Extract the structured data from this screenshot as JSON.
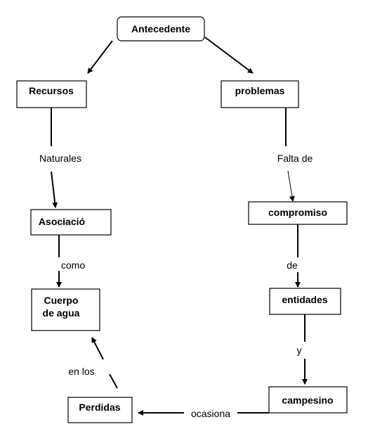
{
  "nodes": {
    "antecedente": "Antecedente",
    "recursos": "Recursos",
    "problemas": "problemas",
    "asociacion": "Asociació",
    "cuerpo_line1": "Cuerpo",
    "cuerpo_line2": "de agua",
    "compromiso": "compromiso",
    "entidades": "entidades",
    "campesino": "campesino",
    "perdidas": "Perdidas"
  },
  "edge_labels": {
    "naturales": "Naturales",
    "falta_de": "Falta de",
    "como": "como",
    "de": "de",
    "y": "y",
    "ocasiona": "ocasiona",
    "en_los": "en los"
  }
}
